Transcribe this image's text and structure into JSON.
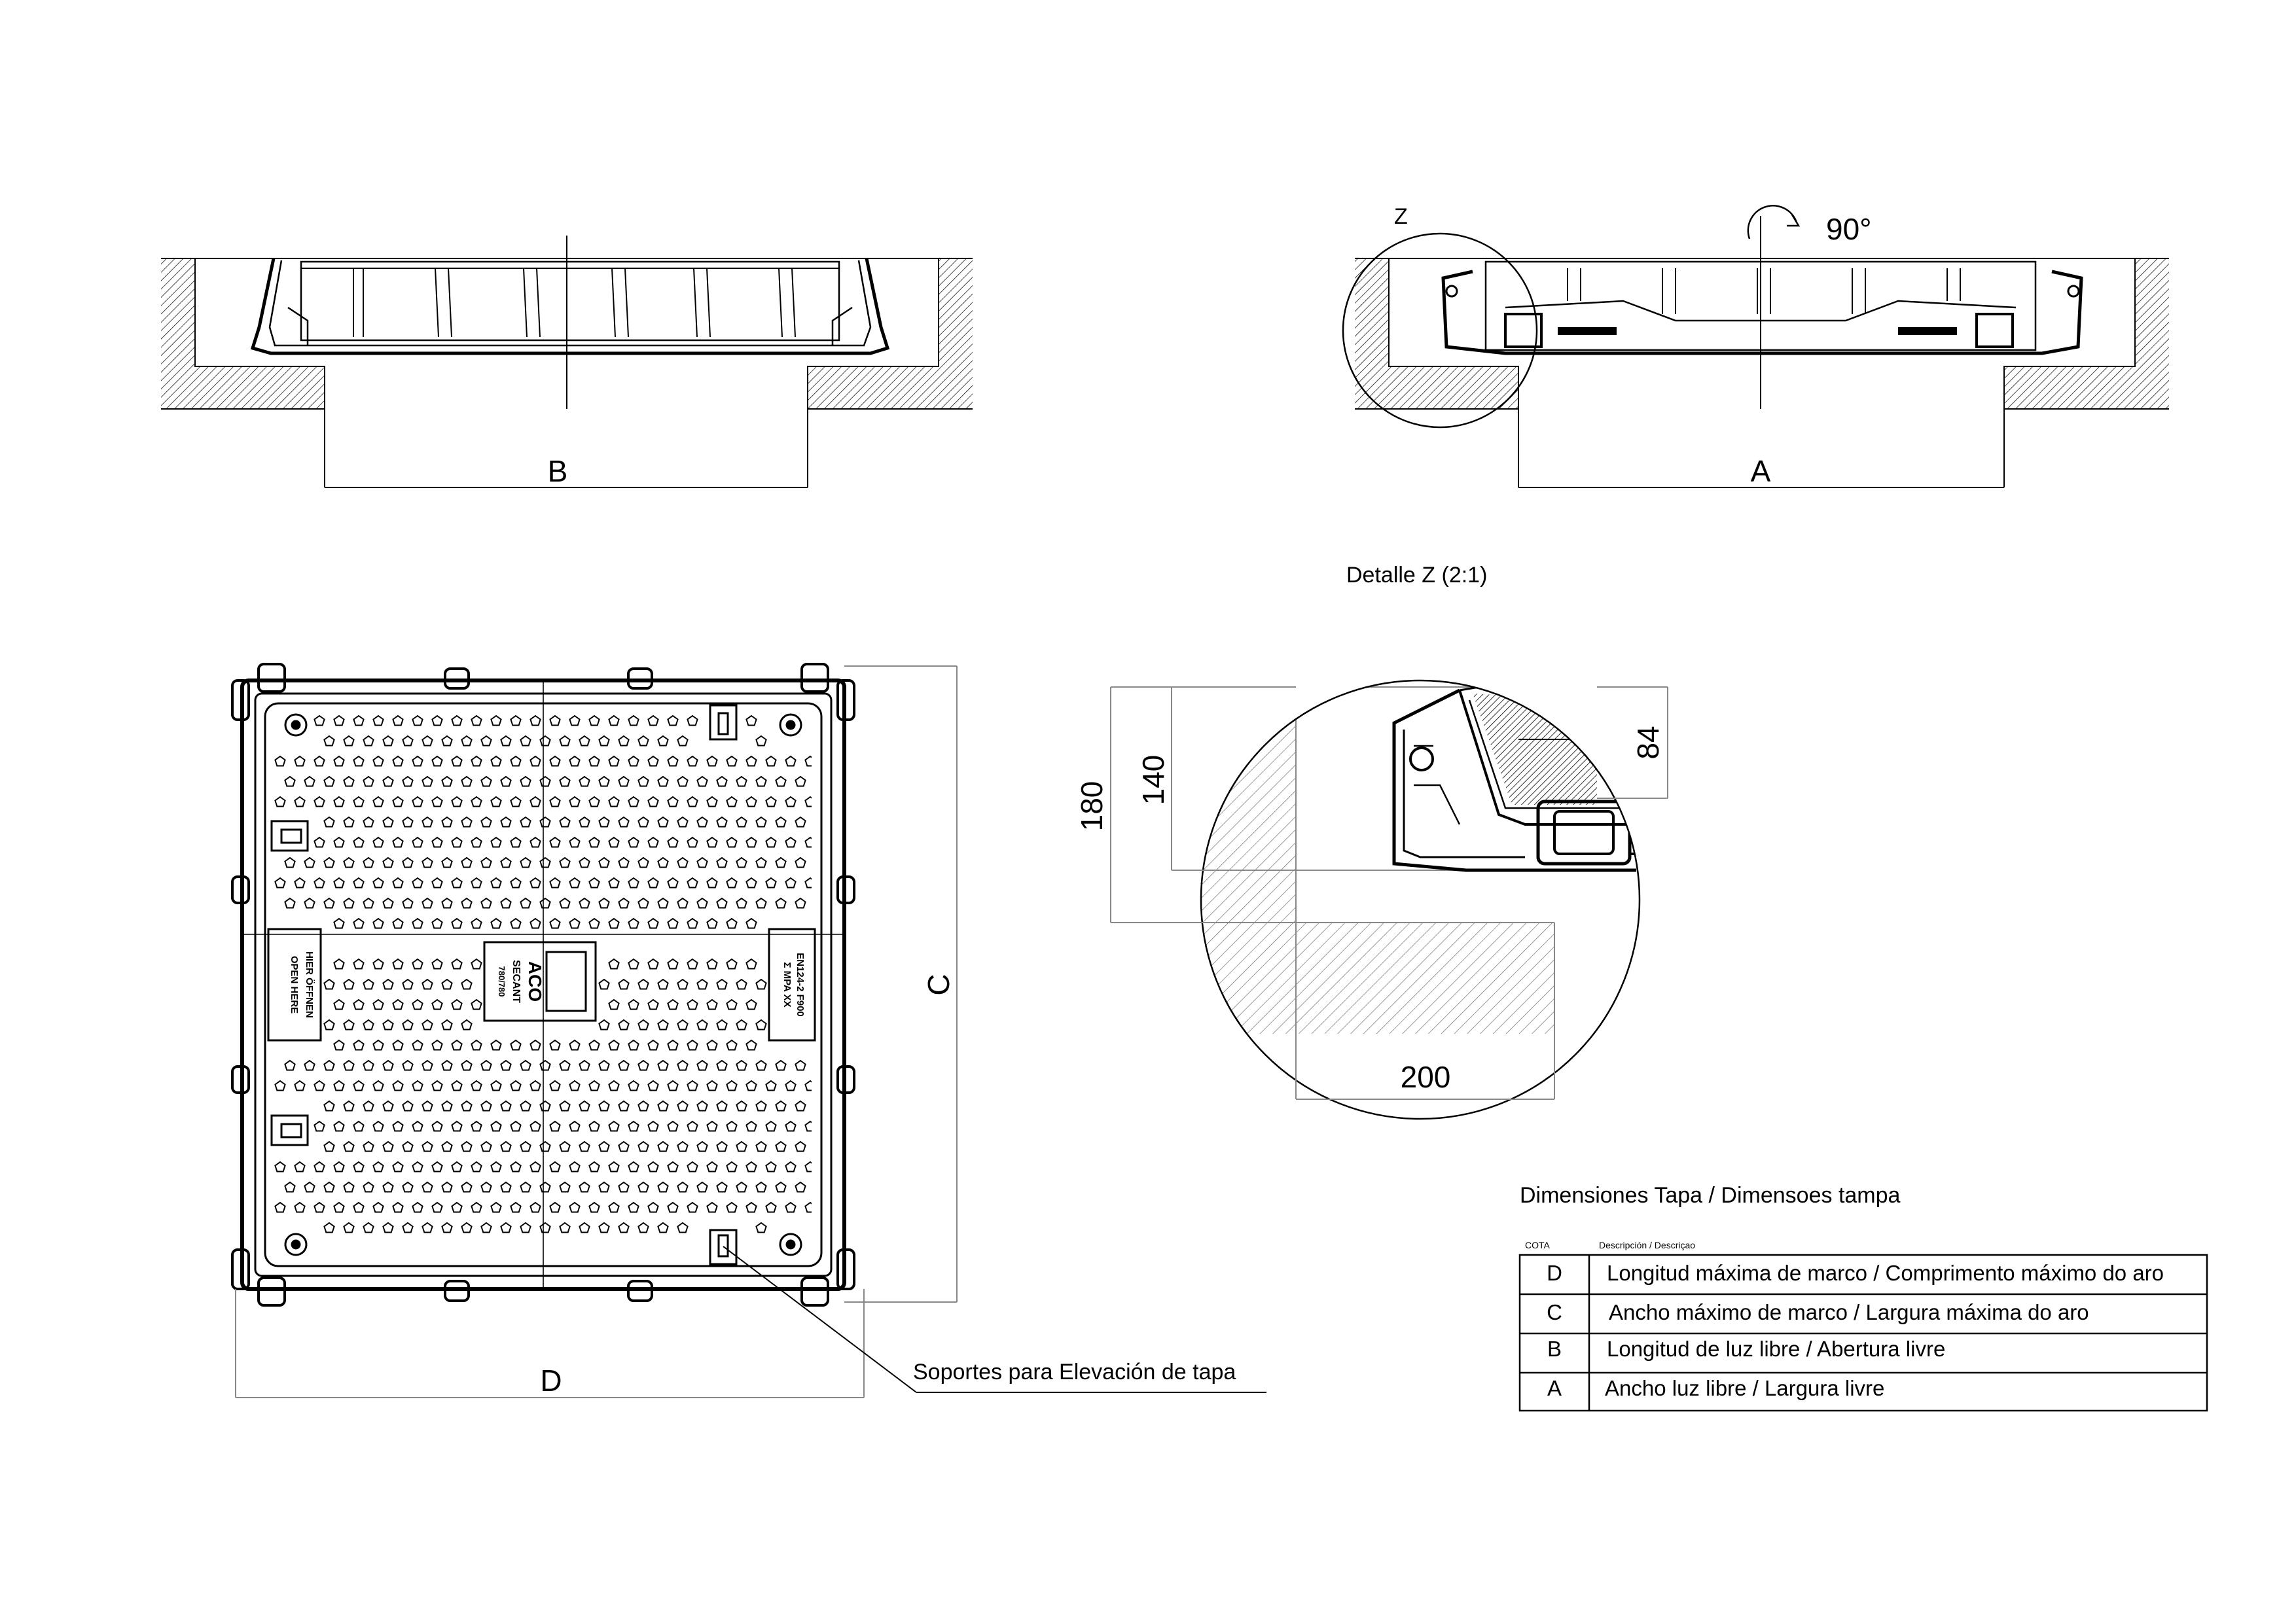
{
  "view_section_b": {
    "dim_label": "B"
  },
  "view_section_a": {
    "rotation_label": "90°",
    "detail_marker": "Z",
    "dim_label": "A"
  },
  "detail_z": {
    "title": "Detalle Z (2:1)",
    "dim_outer_height": "180",
    "dim_inner_height": "140",
    "dim_frame_height": "84",
    "dim_width": "200"
  },
  "plan_view": {
    "dim_width_label": "D",
    "dim_height_label": "C",
    "callout": "Soportes para Elevación de tapa",
    "cover_markings": {
      "brand": "ACO",
      "product": "SECANT",
      "code": "780/780",
      "open_line1": "HIER ÖFFNEN",
      "open_line2": "OPEN HERE",
      "norm_line1": "EN124-2 F900",
      "norm_line2": "Σ MPA XX"
    }
  },
  "dimension_table": {
    "title": "Dimensiones Tapa / Dimensoes tampa",
    "col_code": "COTA",
    "col_desc": "Descripción / Descriçao",
    "rows": [
      {
        "code": "D",
        "desc": "Longitud máxima de marco / Comprimento máximo do aro"
      },
      {
        "code": "C",
        "desc": "Ancho máximo de marco / Largura máxima do aro"
      },
      {
        "code": "B",
        "desc": "Longitud de luz libre / Abertura livre"
      },
      {
        "code": "A",
        "desc": "Ancho luz libre / Largura livre"
      }
    ]
  }
}
